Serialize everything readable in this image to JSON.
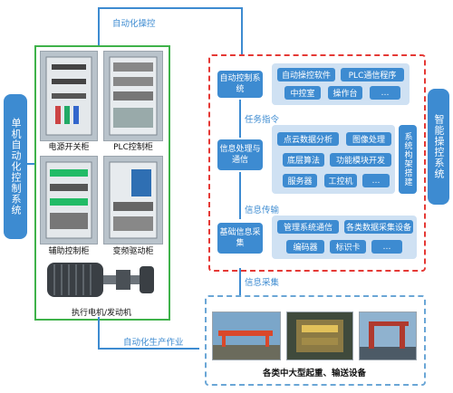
{
  "left_side_label": "单机自动化控制系统",
  "right_side_label": "智能操控系统",
  "top_flow": "自动化操控",
  "bottom_flow": "自动化生产作业",
  "cabinets": [
    {
      "caption": "电源开关柜"
    },
    {
      "caption": "PLC控制柜"
    },
    {
      "caption": "辅助控制柜"
    },
    {
      "caption": "变频驱动柜"
    }
  ],
  "motor_caption": "执行电机/发动机",
  "layers": {
    "top": {
      "key": "自动控制系统",
      "row1": [
        "自动操控软件",
        "PLC通信程序"
      ],
      "row2": [
        "中控室",
        "操作台",
        "…"
      ]
    },
    "mid_label": "任务指令",
    "middle": {
      "key": "信息处理与通信",
      "row1": [
        "点云数据分析",
        "图像处理"
      ],
      "row2": [
        "底层算法",
        "功能模块开发"
      ],
      "row3": [
        "服务器",
        "工控机",
        "…"
      ],
      "side": "系统构架搭建"
    },
    "low_label": "信息传输",
    "bottom": {
      "key": "基础信息采集",
      "row1": [
        "管理系统通信",
        "各类数据采集设备"
      ],
      "row2": [
        "编码器",
        "标识卡",
        "…"
      ]
    },
    "collect_label": "信息采集"
  },
  "equipment_caption": "各类中大型起重、输送设备"
}
